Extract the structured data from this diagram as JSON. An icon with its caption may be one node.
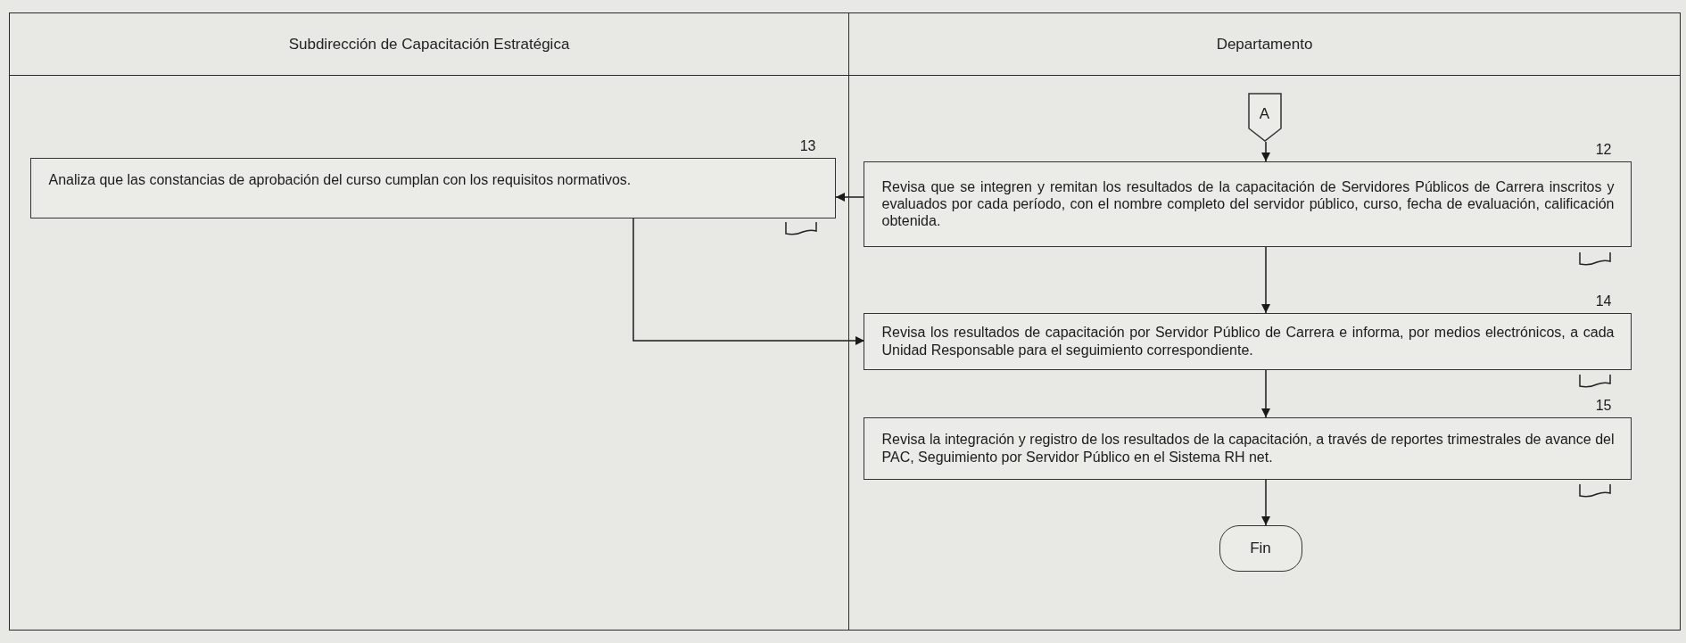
{
  "diagram": {
    "nodes": [
      {
        "text": [
          "Subdirección de Capacitación Estratégica"
        ]
      },
      {
        "text": [
          "Departamento"
        ]
      },
      {
        "text": [
          "A"
        ],
        "in": 1
      },
      {
        "text": [
          "Revisa que se integren y remitan los resultados de la capacitación de Servidores Públicos de Carrera inscritos y evaluados por cada período, con el nombre completo del servidor público, curso, fecha de evaluación, calificación obtenida."
        ],
        "in": 1,
        "beside": [
          "12"
        ]
      },
      {
        "text": [
          "Analiza que las constancias de aprobación del curso cumplan con los requisitos normativos."
        ],
        "in": 0,
        "beside": [
          "13"
        ]
      },
      {
        "text": [
          "Revisa los resultados de capacitación por Servidor Público de Carrera e informa, por medios electrónicos, a cada Unidad Responsable para el seguimiento correspondiente."
        ],
        "in": 1,
        "beside": [
          "14"
        ]
      },
      {
        "text": [
          "Revisa la integración y registro de los resultados de la capacitación, a través de reportes trimestrales de avance del PAC, Seguimiento por Servidor Público en el Sistema RH net."
        ],
        "in": 1,
        "beside": [
          "15"
        ]
      },
      {
        "text": [
          "Fin"
        ],
        "in": 1
      }
    ],
    "edges": [
      {
        "from": 2,
        "to": 3,
        "arrow": "to"
      },
      {
        "from": 3,
        "to": 4,
        "arrow": "to"
      },
      {
        "from": 4,
        "to": 5,
        "arrow": "to"
      },
      {
        "from": 3,
        "to": 5,
        "arrow": "to"
      },
      {
        "from": 5,
        "to": 6,
        "arrow": "to"
      },
      {
        "from": 6,
        "to": 7,
        "arrow": "to"
      }
    ]
  }
}
